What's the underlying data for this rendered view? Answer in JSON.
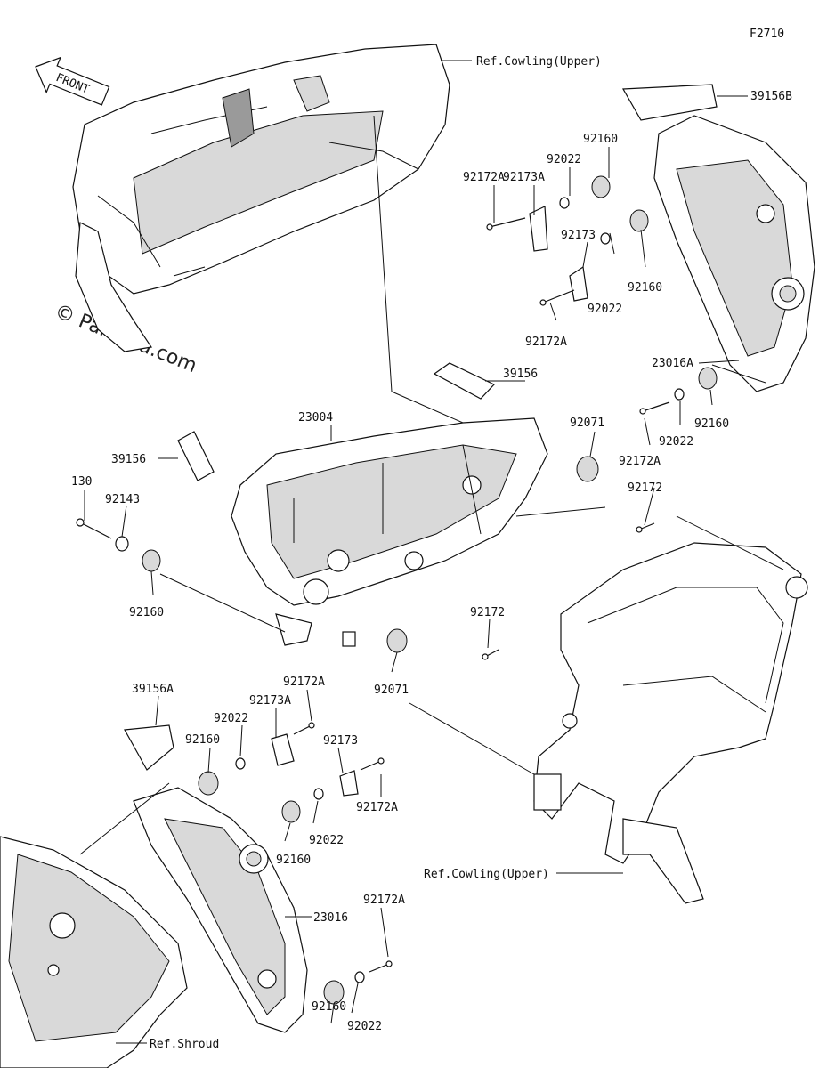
{
  "figure_id": "F2710",
  "watermark": "© Partzilla.com",
  "front_label": "FRONT",
  "callouts": {
    "ref_cowling_upper_top": "Ref.Cowling(Upper)",
    "ref_cowling_upper_bottom": "Ref.Cowling(Upper)",
    "ref_shroud": "Ref.Shroud",
    "p39156B": "39156B",
    "p92160_a": "92160",
    "p92022_a": "92022",
    "p92173A_a": "92173A",
    "p92172A_a": "92172A",
    "p92173_a": "92173",
    "p92160_b": "92160",
    "p92022_b": "92022",
    "p92172A_b": "92172A",
    "p23016A": "23016A",
    "p39156_a": "39156",
    "p92071_a": "92071",
    "p92160_c": "92160",
    "p92022_c": "92022",
    "p92172A_c": "92172A",
    "p92172_a": "92172",
    "p23004": "23004",
    "p39156_b": "39156",
    "p130": "130",
    "p92143": "92143",
    "p92160_d": "92160",
    "p92172_b": "92172",
    "p92071_b": "92071",
    "p39156A": "39156A",
    "p92172A_d": "92172A",
    "p92173A_b": "92173A",
    "p92022_d": "92022",
    "p92160_e": "92160",
    "p92173_b": "92173",
    "p92172A_e": "92172A",
    "p92022_e": "92022",
    "p92160_f": "92160",
    "p23016": "23016",
    "p92172A_f": "92172A",
    "p92160_g": "92160",
    "p92022_f": "92022"
  }
}
